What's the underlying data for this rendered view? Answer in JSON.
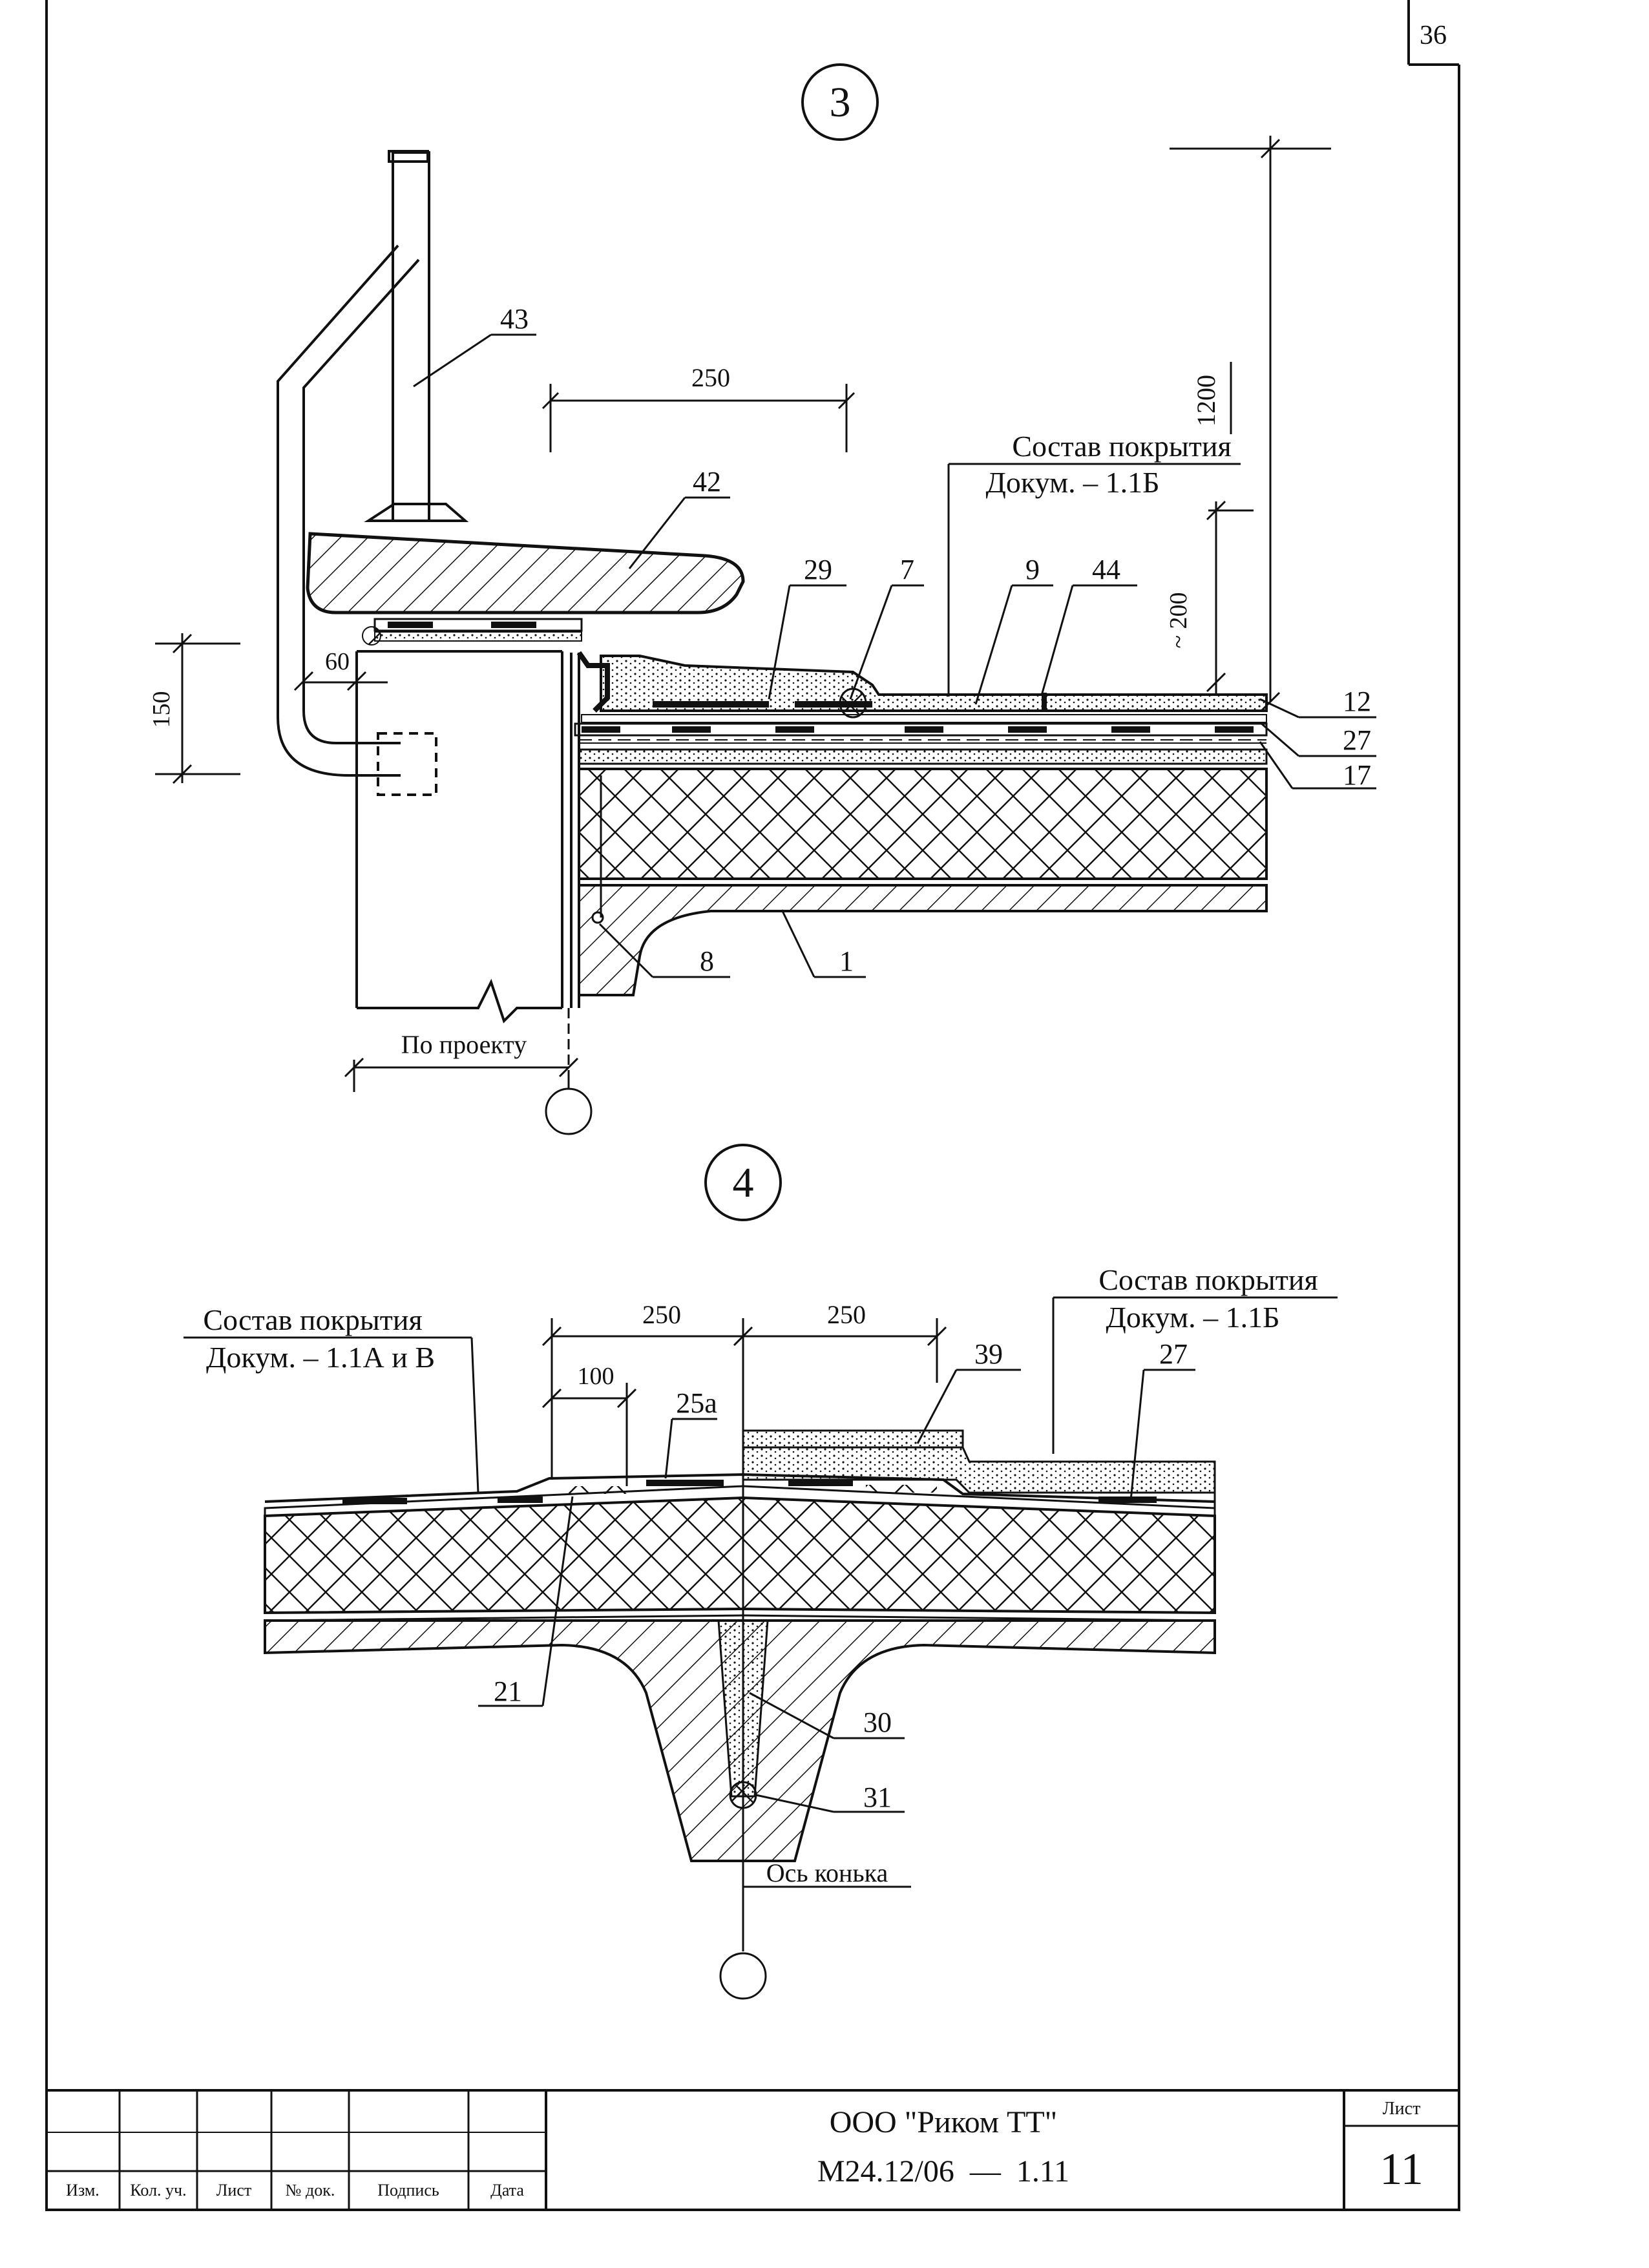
{
  "page_number": "36",
  "detail3": {
    "marker": "3",
    "coating_label_line1": "Состав покрытия",
    "coating_label_line2": "Докум. – 1.1Б",
    "dims": {
      "d250": "250",
      "d1200": "1200",
      "d200": "~ 200",
      "d150": "150",
      "d60": "60",
      "po_proektu": "По проекту"
    },
    "callouts": {
      "c43": "43",
      "c42": "42",
      "c29": "29",
      "c7": "7",
      "c9": "9",
      "c44": "44",
      "c12": "12",
      "c27": "27",
      "c17": "17",
      "c8": "8",
      "c1": "1"
    }
  },
  "detail4": {
    "marker": "4",
    "coating_left_line1": "Состав покрытия",
    "coating_left_line2": "Докум. – 1.1А и В",
    "coating_right_line1": "Состав покрытия",
    "coating_right_line2": "Докум. – 1.1Б",
    "dims": {
      "d250a": "250",
      "d250b": "250",
      "d100": "100"
    },
    "callouts": {
      "c25a": "25а",
      "c39": "39",
      "c27": "27",
      "c21": "21",
      "c30": "30",
      "c31": "31"
    },
    "axis_label": "Ось конька"
  },
  "title_block": {
    "columns": [
      "Изм.",
      "Кол. уч.",
      "Лист",
      "№ док.",
      "Подпись",
      "Дата"
    ],
    "company": "ООО \"Риком ТТ\"",
    "doc_code": "М24.12/06  —  1.11",
    "sheet_label": "Лист",
    "sheet_number": "11"
  }
}
